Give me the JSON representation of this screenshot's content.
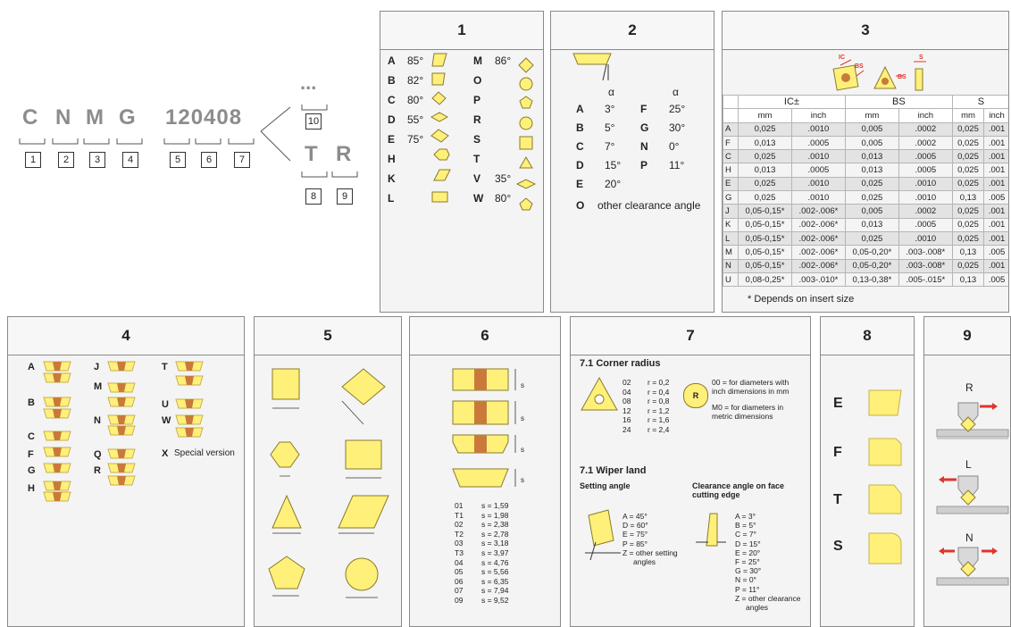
{
  "code": {
    "letters": [
      "C",
      "N",
      "M",
      "G"
    ],
    "digits": "120408",
    "suffix": "...",
    "suffix_letters": [
      "T",
      "R"
    ],
    "boxes": [
      "1",
      "2",
      "3",
      "4",
      "5",
      "6",
      "7",
      "10",
      "8",
      "9"
    ]
  },
  "p1": {
    "title": "1",
    "left": [
      [
        "A",
        "85°"
      ],
      [
        "B",
        "82°"
      ],
      [
        "C",
        "80°"
      ],
      [
        "D",
        "55°"
      ],
      [
        "E",
        "75°"
      ],
      [
        "H",
        ""
      ],
      [
        "K",
        ""
      ],
      [
        "L",
        ""
      ]
    ],
    "right": [
      [
        "M",
        "86°"
      ],
      [
        "O",
        ""
      ],
      [
        "P",
        ""
      ],
      [
        "R",
        ""
      ],
      [
        "S",
        ""
      ],
      [
        "T",
        ""
      ],
      [
        "V",
        "35°"
      ],
      [
        "W",
        "80°"
      ]
    ]
  },
  "p2": {
    "title": "2",
    "alpha": "α",
    "left": [
      [
        "A",
        "3°"
      ],
      [
        "B",
        "5°"
      ],
      [
        "C",
        "7°"
      ],
      [
        "D",
        "15°"
      ],
      [
        "E",
        "20°"
      ]
    ],
    "right": [
      [
        "F",
        "25°"
      ],
      [
        "G",
        "30°"
      ],
      [
        "N",
        "0°"
      ],
      [
        "P",
        "11°"
      ]
    ],
    "other_letter": "O",
    "other_text": "other clearance angle"
  },
  "p3": {
    "title": "3",
    "label_ic": "IC",
    "label_bs": "BS",
    "label_s": "S",
    "head_groups": [
      "IC±",
      "BS",
      "S"
    ],
    "units": [
      "mm",
      "inch",
      "mm",
      "inch",
      "mm",
      "inch"
    ],
    "rows": [
      [
        "A",
        "0,025",
        ".0010",
        "0,005",
        ".0002",
        "0,025",
        ".001"
      ],
      [
        "F",
        "0,013",
        ".0005",
        "0,005",
        ".0002",
        "0,025",
        ".001"
      ],
      [
        "C",
        "0,025",
        ".0010",
        "0,013",
        ".0005",
        "0,025",
        ".001"
      ],
      [
        "H",
        "0,013",
        ".0005",
        "0,013",
        ".0005",
        "0,025",
        ".001"
      ],
      [
        "E",
        "0,025",
        ".0010",
        "0,025",
        ".0010",
        "0,025",
        ".001"
      ],
      [
        "G",
        "0,025",
        ".0010",
        "0,025",
        ".0010",
        "0,13",
        ".005"
      ],
      [
        "J",
        "0,05-0,15*",
        ".002-.006*",
        "0,005",
        ".0002",
        "0,025",
        ".001"
      ],
      [
        "K",
        "0,05-0,15*",
        ".002-.006*",
        "0,013",
        ".0005",
        "0,025",
        ".001"
      ],
      [
        "L",
        "0,05-0,15*",
        ".002-.006*",
        "0,025",
        ".0010",
        "0,025",
        ".001"
      ],
      [
        "M",
        "0,05-0,15*",
        ".002-.006*",
        "0,05-0,20*",
        ".003-.008*",
        "0,13",
        ".005"
      ],
      [
        "N",
        "0,05-0,15*",
        ".002-.006*",
        "0,05-0,20*",
        ".003-.008*",
        "0,025",
        ".001"
      ],
      [
        "U",
        "0,08-0,25*",
        ".003-.010*",
        "0,13-0,38*",
        ".005-.015*",
        "0,13",
        ".005"
      ]
    ],
    "footnote": "* Depends on insert size"
  },
  "p4": {
    "title": "4",
    "left_letters": [
      "A",
      "B",
      "C",
      "F",
      "G",
      "H"
    ],
    "mid_letters": [
      "J",
      "M",
      "N",
      "Q",
      "R"
    ],
    "right_letters": [
      "T",
      "U",
      "W",
      "X"
    ],
    "special": "Special version"
  },
  "p5": {
    "title": "5"
  },
  "p6": {
    "title": "6",
    "s_label": "s",
    "sizes": [
      [
        "01",
        "s = 1,59"
      ],
      [
        "T1",
        "s = 1,98"
      ],
      [
        "02",
        "s = 2,38"
      ],
      [
        "T2",
        "s = 2,78"
      ],
      [
        "03",
        "s = 3,18"
      ],
      [
        "T3",
        "s = 3,97"
      ],
      [
        "04",
        "s = 4,76"
      ],
      [
        "05",
        "s = 5,56"
      ],
      [
        "06",
        "s = 6,35"
      ],
      [
        "07",
        "s = 7,94"
      ],
      [
        "09",
        "s = 9,52"
      ]
    ]
  },
  "p7": {
    "title": "7",
    "corner_title": "7.1 Corner radius",
    "radii": [
      [
        "02",
        "r = 0,2"
      ],
      [
        "04",
        "r = 0,4"
      ],
      [
        "08",
        "r = 0,8"
      ],
      [
        "12",
        "r = 1,2"
      ],
      [
        "16",
        "r = 1,6"
      ],
      [
        "24",
        "r = 2,4"
      ]
    ],
    "r_badge": "R",
    "note1": "00 = for diameters with inch dimensions in mm",
    "note2": "M0 = for diameters in metric dimensions",
    "wiper_title": "7.1 Wiper land",
    "setting_title": "Setting angle",
    "setting": [
      "A = 45°",
      "D = 60°",
      "E = 75°",
      "P = 85°",
      "Z = other setting",
      "angles"
    ],
    "clearance_title": "Clearance angle on face cutting edge",
    "clearance": [
      "A = 3°",
      "B = 5°",
      "C = 7°",
      "D = 15°",
      "E = 20°",
      "F = 25°",
      "G = 30°",
      "N = 0°",
      "P = 11°",
      "Z = other clearance",
      "angles"
    ]
  },
  "p8": {
    "title": "8",
    "letters": [
      "E",
      "F",
      "T",
      "S"
    ]
  },
  "p9": {
    "title": "9",
    "letters": [
      "R",
      "L",
      "N"
    ]
  },
  "colors": {
    "insert": "#fff07a",
    "insert_stroke": "#b89b2a",
    "chip": "#c97a3a",
    "arrow": "#e0352b"
  }
}
